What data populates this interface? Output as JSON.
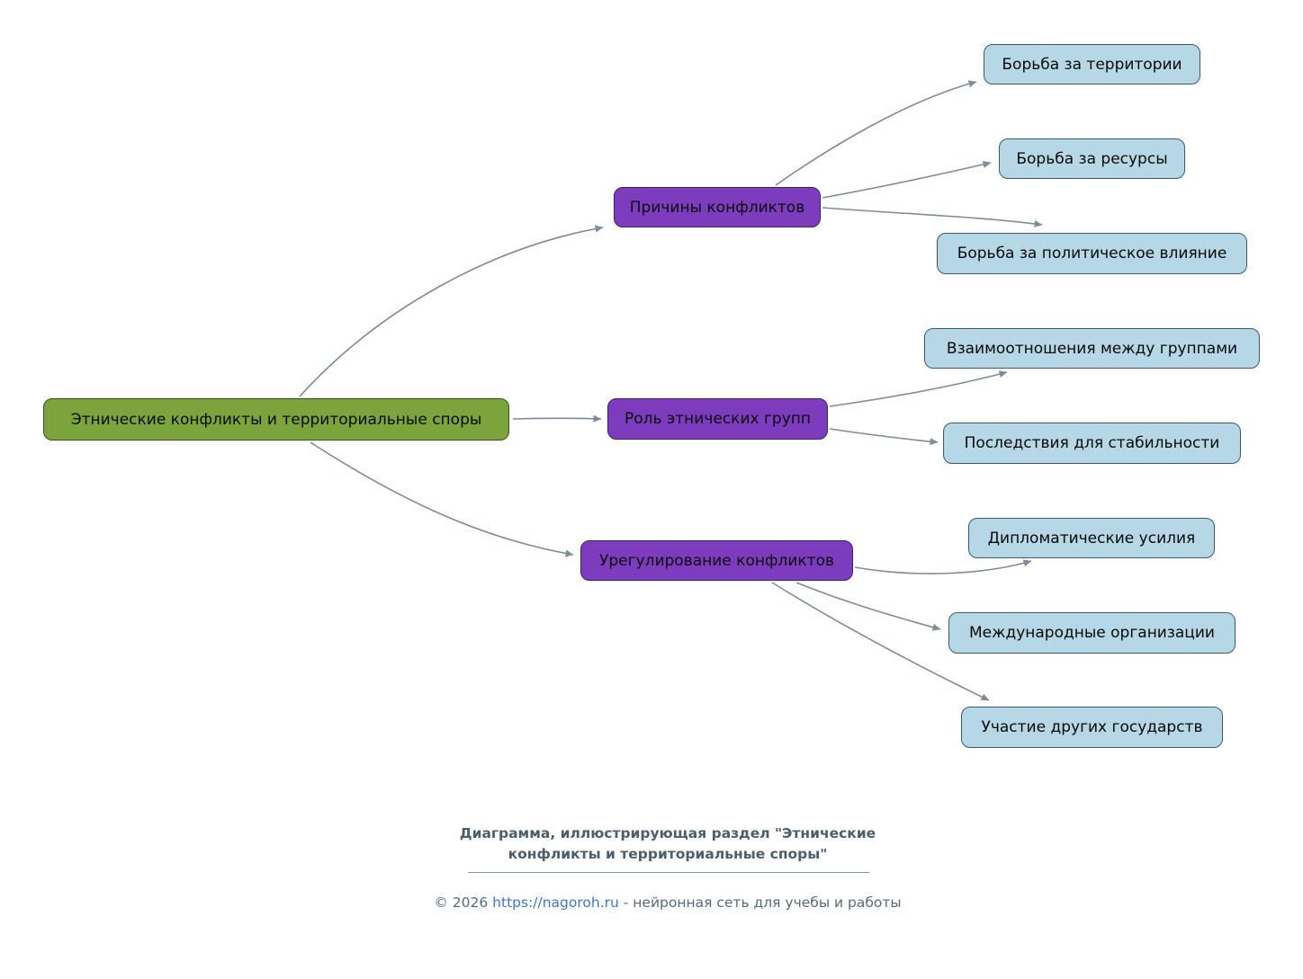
{
  "diagram": {
    "root": {
      "label": "Этнические конфликты и территориальные споры"
    },
    "branches": [
      {
        "label": "Причины конфликтов",
        "children": [
          {
            "label": "Борьба за территории"
          },
          {
            "label": "Борьба за ресурсы"
          },
          {
            "label": "Борьба за политическое влияние"
          }
        ]
      },
      {
        "label": "Роль этнических групп",
        "children": [
          {
            "label": "Взаимоотношения между группами"
          },
          {
            "label": "Последствия для стабильности"
          }
        ]
      },
      {
        "label": "Урегулирование конфликтов",
        "children": [
          {
            "label": "Дипломатические усилия"
          },
          {
            "label": "Международные организации"
          },
          {
            "label": "Участие других государств"
          }
        ]
      }
    ]
  },
  "footer": {
    "caption_line1": "Диаграмма, иллюстрирующая раздел \"Этнические",
    "caption_line2": "конфликты и территориальные споры\"",
    "copyright_prefix": "© 2026 ",
    "link": "https://nagoroh.ru",
    "copyright_suffix": " - нейронная сеть для учебы и работы"
  },
  "colors": {
    "root_fill": "#7ca43d",
    "root_border": "#33511d",
    "branch_fill": "#7d3cbd",
    "branch_border": "#3f1f66",
    "leaf_fill": "#b6d7e6",
    "leaf_border": "#3b5a6e",
    "edge": "#7e8c98",
    "caption": "#4a5f6e",
    "link": "#3f76cc",
    "copyright": "#56697a"
  }
}
